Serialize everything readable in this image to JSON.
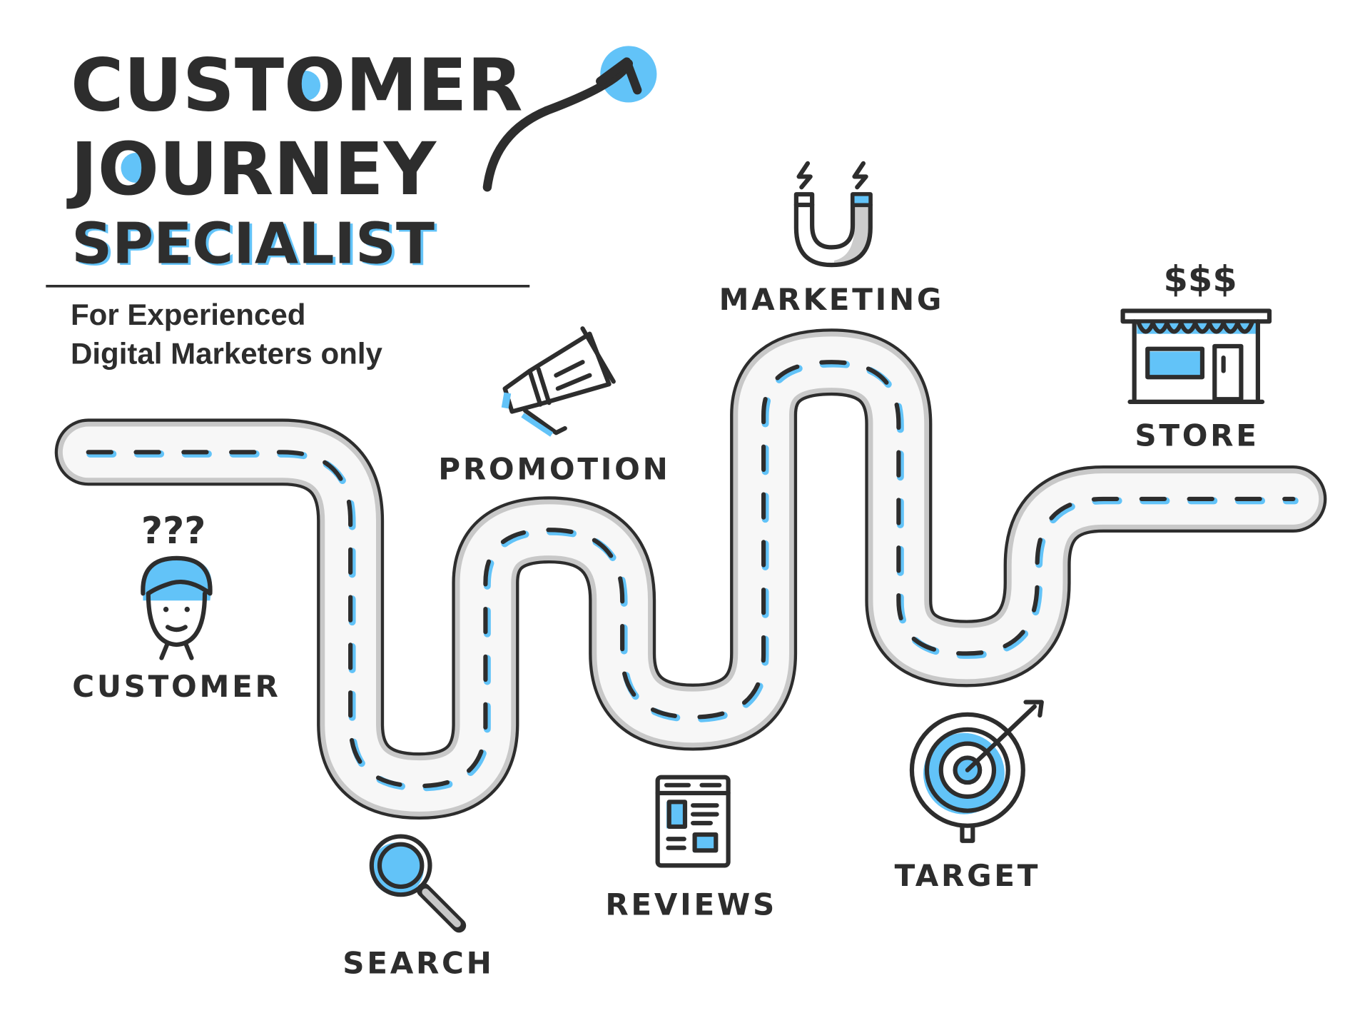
{
  "title": {
    "line1": "CUSTOMER",
    "line2": "JOURNEY",
    "line3": "SPECIALIST"
  },
  "subtitle": {
    "line1": "For Experienced",
    "line2": "Digital Marketers only"
  },
  "stages": [
    {
      "label": "CUSTOMER",
      "icon": "customer-icon"
    },
    {
      "label": "SEARCH",
      "icon": "magnifier-icon"
    },
    {
      "label": "PROMOTION",
      "icon": "megaphone-icon"
    },
    {
      "label": "REVIEWS",
      "icon": "newspaper-icon"
    },
    {
      "label": "MARKETING",
      "icon": "magnet-icon"
    },
    {
      "label": "TARGET",
      "icon": "target-icon"
    },
    {
      "label": "STORE",
      "icon": "store-icon"
    }
  ],
  "customer_marks": "???",
  "store_marks": "$$$",
  "colors": {
    "ink": "#2d2d2d",
    "accent": "#62c3f8",
    "road_edge": "#c8c8c8"
  }
}
